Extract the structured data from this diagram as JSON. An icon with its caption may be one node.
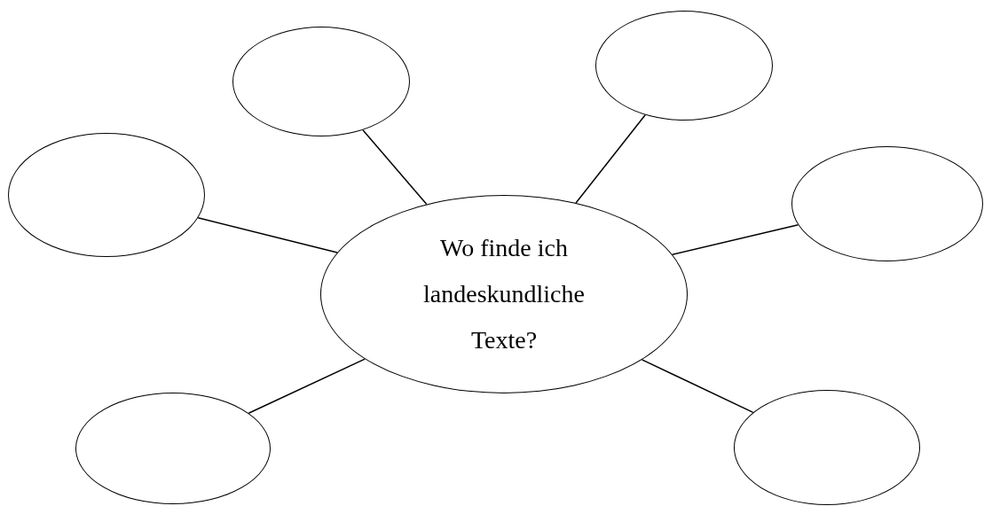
{
  "diagram": {
    "nodes": [
      {
        "text": [],
        "shape": "ellipse"
      },
      {
        "text": [],
        "shape": "ellipse"
      },
      {
        "text": [],
        "shape": "ellipse"
      },
      {
        "text": [
          "Wo finde ich landeskundliche Texte?"
        ]
      },
      {
        "text": [],
        "shape": "ellipse"
      },
      {
        "text": [],
        "shape": "ellipse"
      },
      {
        "text": [],
        "shape": "ellipse"
      }
    ],
    "edges": [
      {
        "from": 3,
        "to": 0,
        "arrow": "none"
      },
      {
        "from": 3,
        "to": 1,
        "arrow": "none"
      },
      {
        "from": 3,
        "to": 2,
        "arrow": "none"
      },
      {
        "from": 3,
        "to": 4,
        "arrow": "none"
      },
      {
        "from": 3,
        "to": 5,
        "arrow": "none"
      },
      {
        "from": 3,
        "to": 6,
        "arrow": "none"
      }
    ]
  }
}
